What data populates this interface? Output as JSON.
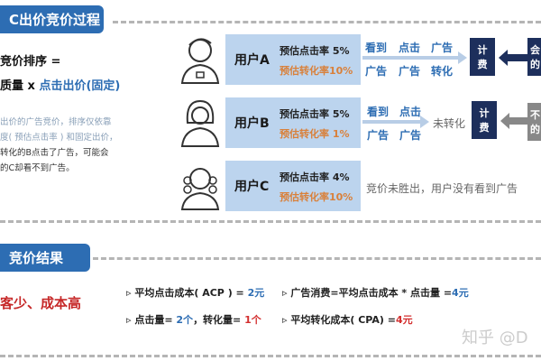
{
  "section1": {
    "title": "C出价竞价过程"
  },
  "formula": {
    "line1": "竞价排序 =",
    "line2_a": "质量 x ",
    "line2_b": "点击出价(固定)"
  },
  "description": [
    "出价的广告竞价，排序仅依靠",
    "度( 预估点击率 ) 和固定出价，",
    "转化的B点击了广告，可能会",
    "的C却看不到广告。"
  ],
  "users": [
    {
      "name": "用户A",
      "ctr": "预估点击率 5%",
      "cvr": "预估转化率10%",
      "flow_top": [
        "看到",
        "点击",
        "广告"
      ],
      "flow_bottom": [
        "广告",
        "广告",
        "转化"
      ],
      "billing": [
        "计",
        "费"
      ],
      "side_label": [
        "会",
        "的"
      ]
    },
    {
      "name": "用户B",
      "ctr": "预估点击率 5%",
      "cvr": "预估转化率 1%",
      "flow_top": [
        "看到",
        "点击"
      ],
      "flow_bottom": [
        "广告",
        "广告"
      ],
      "result": "未转化",
      "billing": [
        "计",
        "费"
      ],
      "side_label": [
        "不",
        "的"
      ]
    },
    {
      "name": "用户C",
      "ctr": "预估点击率 4%",
      "cvr": "预估转化率10%",
      "result": "竞价未胜出，用户没有看到广告"
    }
  ],
  "section2": {
    "title": "竞价结果"
  },
  "conclusion": "客少、成本高",
  "results": {
    "acp_label": "平均点击成本( ACP ) = ",
    "acp_value": "2元",
    "clicks_label": "点击量= ",
    "clicks_value": "2个",
    "conv_label": "，转化量= ",
    "conv_value": "1个",
    "spend_label": "广告消费=平均点击成本 * 点击量 =",
    "spend_value": "4元",
    "cpa_label": "平均转化成本( CPA) =",
    "cpa_value": "4元"
  },
  "watermark": "知乎 @D",
  "colors": {
    "accent": "#2d6db3",
    "orange": "#d9803a",
    "red": "#d32f2f",
    "navy": "#1d2f5c",
    "box": "#bcd4ee"
  }
}
